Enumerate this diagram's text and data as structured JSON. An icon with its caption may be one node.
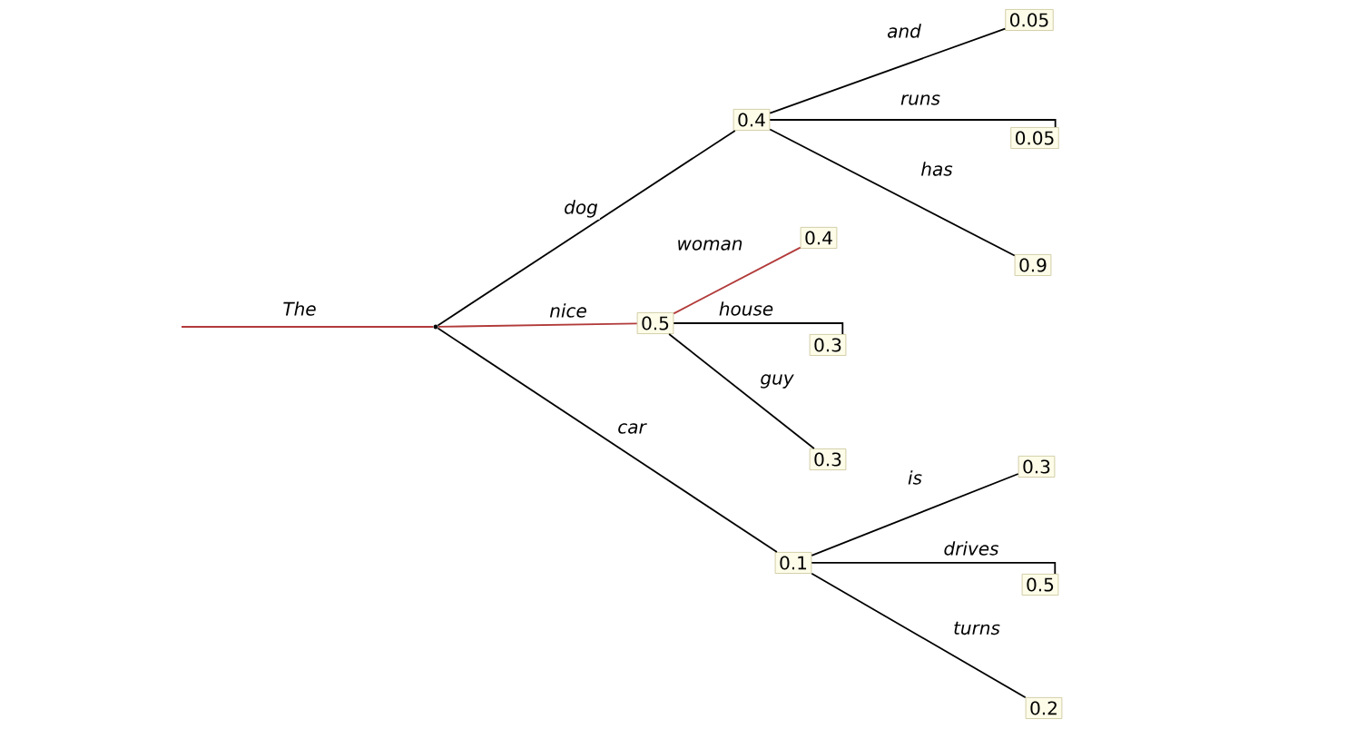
{
  "diagram": {
    "nodes": [
      {
        "text": [],
        "shape": "circle"
      },
      {
        "text": [
          "0.4"
        ]
      },
      {
        "text": [
          "0.5"
        ]
      },
      {
        "text": [
          "0.1"
        ]
      },
      {
        "text": [
          "0.05"
        ]
      },
      {
        "text": [
          "0.05"
        ]
      },
      {
        "text": [
          "0.9"
        ]
      },
      {
        "text": [
          "0.4"
        ]
      },
      {
        "text": [
          "0.3"
        ]
      },
      {
        "text": [
          "0.3"
        ]
      },
      {
        "text": [
          "0.3"
        ]
      },
      {
        "text": [
          "0.5"
        ]
      },
      {
        "text": [
          "0.2"
        ]
      }
    ],
    "edges": [
      {
        "from": null,
        "to": 0,
        "arrow": "none",
        "label": "The",
        "color": "#b23a3a"
      },
      {
        "from": 0,
        "to": 1,
        "arrow": "none",
        "label": "dog"
      },
      {
        "from": 0,
        "to": 2,
        "arrow": "none",
        "label": "nice",
        "color": "#b23a3a"
      },
      {
        "from": 0,
        "to": 3,
        "arrow": "none",
        "label": "car"
      },
      {
        "from": 1,
        "to": 4,
        "arrow": "none",
        "label": "and"
      },
      {
        "from": 1,
        "to": 5,
        "arrow": "none",
        "label": "runs"
      },
      {
        "from": 1,
        "to": 6,
        "arrow": "none",
        "label": "has"
      },
      {
        "from": 2,
        "to": 7,
        "arrow": "none",
        "label": "woman",
        "color": "#b23a3a"
      },
      {
        "from": 2,
        "to": 8,
        "arrow": "none",
        "label": "house"
      },
      {
        "from": 2,
        "to": 9,
        "arrow": "none",
        "label": "guy"
      },
      {
        "from": 3,
        "to": 10,
        "arrow": "none",
        "label": "is"
      },
      {
        "from": 3,
        "to": 11,
        "arrow": "none",
        "label": "drives"
      },
      {
        "from": 3,
        "to": 12,
        "arrow": "none",
        "label": "turns"
      }
    ]
  }
}
